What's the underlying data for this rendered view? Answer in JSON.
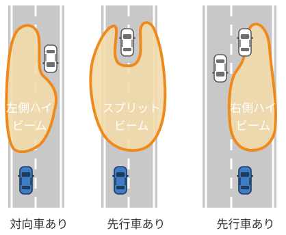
{
  "colors": {
    "road": "#c8c8c8",
    "lane_mark": "#ffffff",
    "beam_fill": "#f3d9a8",
    "beam_stroke": "#ee8a1c",
    "label": "#ffffff",
    "caption": "#333333",
    "oncoming_car": "#ffffff",
    "own_car": "#3f7cc1"
  },
  "panels": [
    {
      "beam_label_line1": "左側ハイ",
      "beam_label_line2": "ビーム",
      "caption": "対向車あり",
      "other_vehicle": "oncoming-car-icon",
      "own_vehicle": "own-car-icon"
    },
    {
      "beam_label_line1": "スプリット",
      "beam_label_line2": "ビーム",
      "caption": "先行車あり",
      "other_vehicle": "preceding-car-icon",
      "own_vehicle": "own-car-icon"
    },
    {
      "beam_label_line1": "右側ハイ",
      "beam_label_line2": "ビーム",
      "caption": "先行車あり",
      "other_vehicle": "oncoming-car-icon",
      "preceding_vehicle": "preceding-car-icon",
      "own_vehicle": "own-car-icon"
    }
  ]
}
